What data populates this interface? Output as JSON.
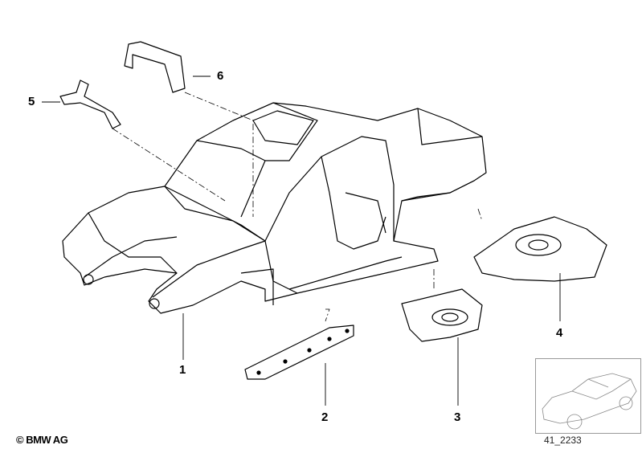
{
  "diagram": {
    "callouts": [
      "1",
      "2",
      "3",
      "4",
      "5",
      "6"
    ],
    "copyright": "© BMW AG",
    "illustration_id": "41_2233"
  },
  "colors": {
    "line": "#000000",
    "thumb_line": "#888888"
  }
}
